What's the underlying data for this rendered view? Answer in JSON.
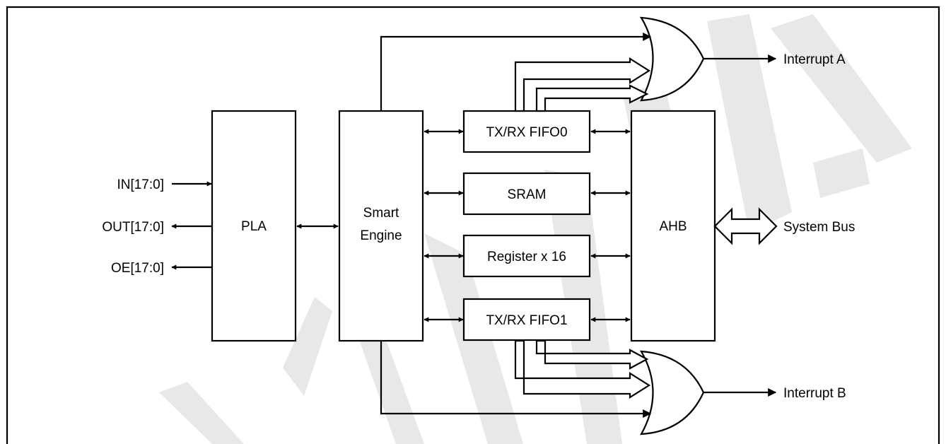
{
  "blocks": {
    "pla": "PLA",
    "smart_engine_line1": "Smart",
    "smart_engine_line2": "Engine",
    "fifo0": "TX/RX FIFO0",
    "sram": "SRAM",
    "register": "Register x 16",
    "fifo1": "TX/RX FIFO1",
    "ahb": "AHB"
  },
  "signals": {
    "in": "IN[17:0]",
    "out": "OUT[17:0]",
    "oe": "OE[17:0]",
    "interrupt_a": "Interrupt A",
    "interrupt_b": "Interrupt B",
    "system_bus": "System Bus"
  },
  "colors": {
    "line": "#000000",
    "background": "#ffffff",
    "watermark": "#e8e8e8"
  }
}
